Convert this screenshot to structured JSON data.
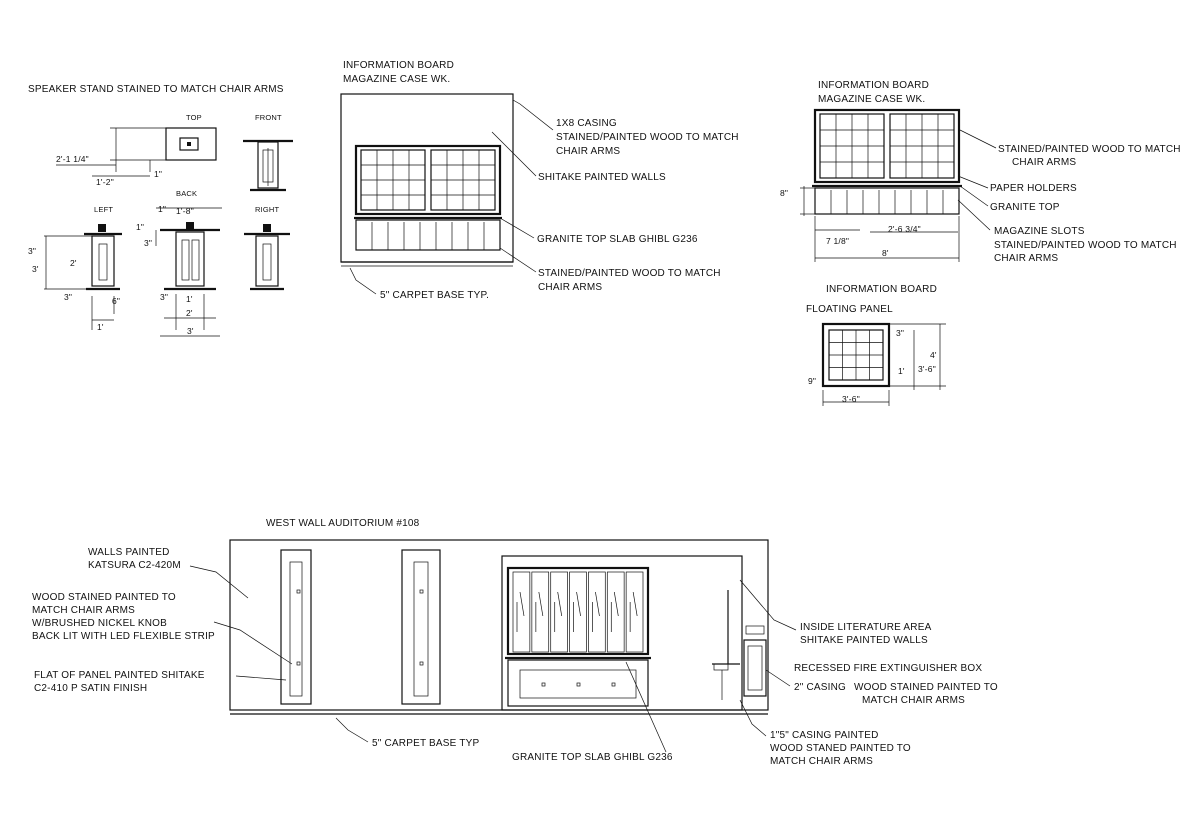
{
  "colors": {
    "ink": "#111111",
    "paper": "#ffffff"
  },
  "speaker_stand": {
    "title": "SPEAKER STAND STAINED TO MATCH CHAIR ARMS",
    "views": {
      "top": "TOP",
      "front": "FRONT",
      "back": "BACK",
      "left": "LEFT",
      "right": "RIGHT"
    },
    "dims": {
      "top_width": "2'-1 1/4\"",
      "top_depth": "1'-2\"",
      "top_edge": "1\"",
      "left_top": "3\"",
      "left_mid": "3'",
      "left_inner": "2'",
      "left_bottom": "3\"",
      "left_base_w": "6\"",
      "left_base": "1'",
      "back_top": "1\"",
      "back_top_w": "1'-8\"",
      "back_edge": "1\"",
      "back_left": "3\"",
      "back_left2": "3\"",
      "back_col": "1'",
      "back_mid": "2'",
      "back_overall": "3'"
    }
  },
  "info_board_1": {
    "title_line1": "INFORMATION BOARD",
    "title_line2": "MAGAZINE CASE WK.",
    "notes": {
      "casing_1": "1X8 CASING",
      "casing_2": "STAINED/PAINTED WOOD TO MATCH",
      "casing_3": "CHAIR ARMS",
      "walls": "SHITAKE PAINTED WALLS",
      "granite": "GRANITE TOP SLAB GHIBL G236",
      "wood_1": "STAINED/PAINTED WOOD TO MATCH",
      "wood_2": "CHAIR ARMS",
      "base": "5\" CARPET BASE TYP."
    }
  },
  "info_board_2": {
    "title_line1": "INFORMATION BOARD",
    "title_line2": "MAGAZINE CASE WK.",
    "notes": {
      "stained_1": "STAINED/PAINTED WOOD TO MATCH",
      "stained_2": "CHAIR ARMS",
      "paper": "PAPER HOLDERS",
      "granite": "GRANITE TOP",
      "slots": "MAGAZINE SLOTS",
      "stained2_1": "STAINED/PAINTED WOOD TO MATCH",
      "stained2_2": "CHAIR ARMS"
    },
    "dims": {
      "height": "8\"",
      "left": "7 1/8\"",
      "mid": "2'-6 3/4\"",
      "overall": "8'"
    }
  },
  "floating_panel": {
    "title_line1": "INFORMATION BOARD",
    "title_line2": "FLOATING PANEL",
    "dims": {
      "top": "3\"",
      "mid": "3'-6\"",
      "overall": "4'",
      "small": "1'",
      "bottom_left": "9\"",
      "width": "3'-6\""
    }
  },
  "west_wall": {
    "title": "WEST WALL AUDITORIUM #108",
    "notes": {
      "walls_1": "WALLS PAINTED",
      "walls_2": "KATSURA C2-420M",
      "wood_1": "WOOD STAINED PAINTED TO",
      "wood_2": "MATCH CHAIR ARMS",
      "wood_3": "W/BRUSHED NICKEL KNOB",
      "wood_4": "BACK LIT WITH LED FLEXIBLE STRIP",
      "flat_1": "FLAT OF PANEL PAINTED SHITAKE",
      "flat_2": "C2-410 P SATIN FINISH",
      "base": "5\" CARPET BASE TYP",
      "granite": "GRANITE TOP SLAB GHIBL G236",
      "inside_1": "INSIDE LITERATURE AREA",
      "inside_2": "SHITAKE PAINTED WALLS",
      "fire": "RECESSED FIRE EXTINGUISHER BOX",
      "casing_a": "2\" CASING",
      "casing_b": "WOOD STAINED PAINTED TO",
      "casing_c": "MATCH CHAIR ARMS",
      "casing15_1": "1\"5\" CASING PAINTED",
      "casing15_2": "WOOD STANED PAINTED TO",
      "casing15_3": "MATCH CHAIR ARMS"
    }
  }
}
